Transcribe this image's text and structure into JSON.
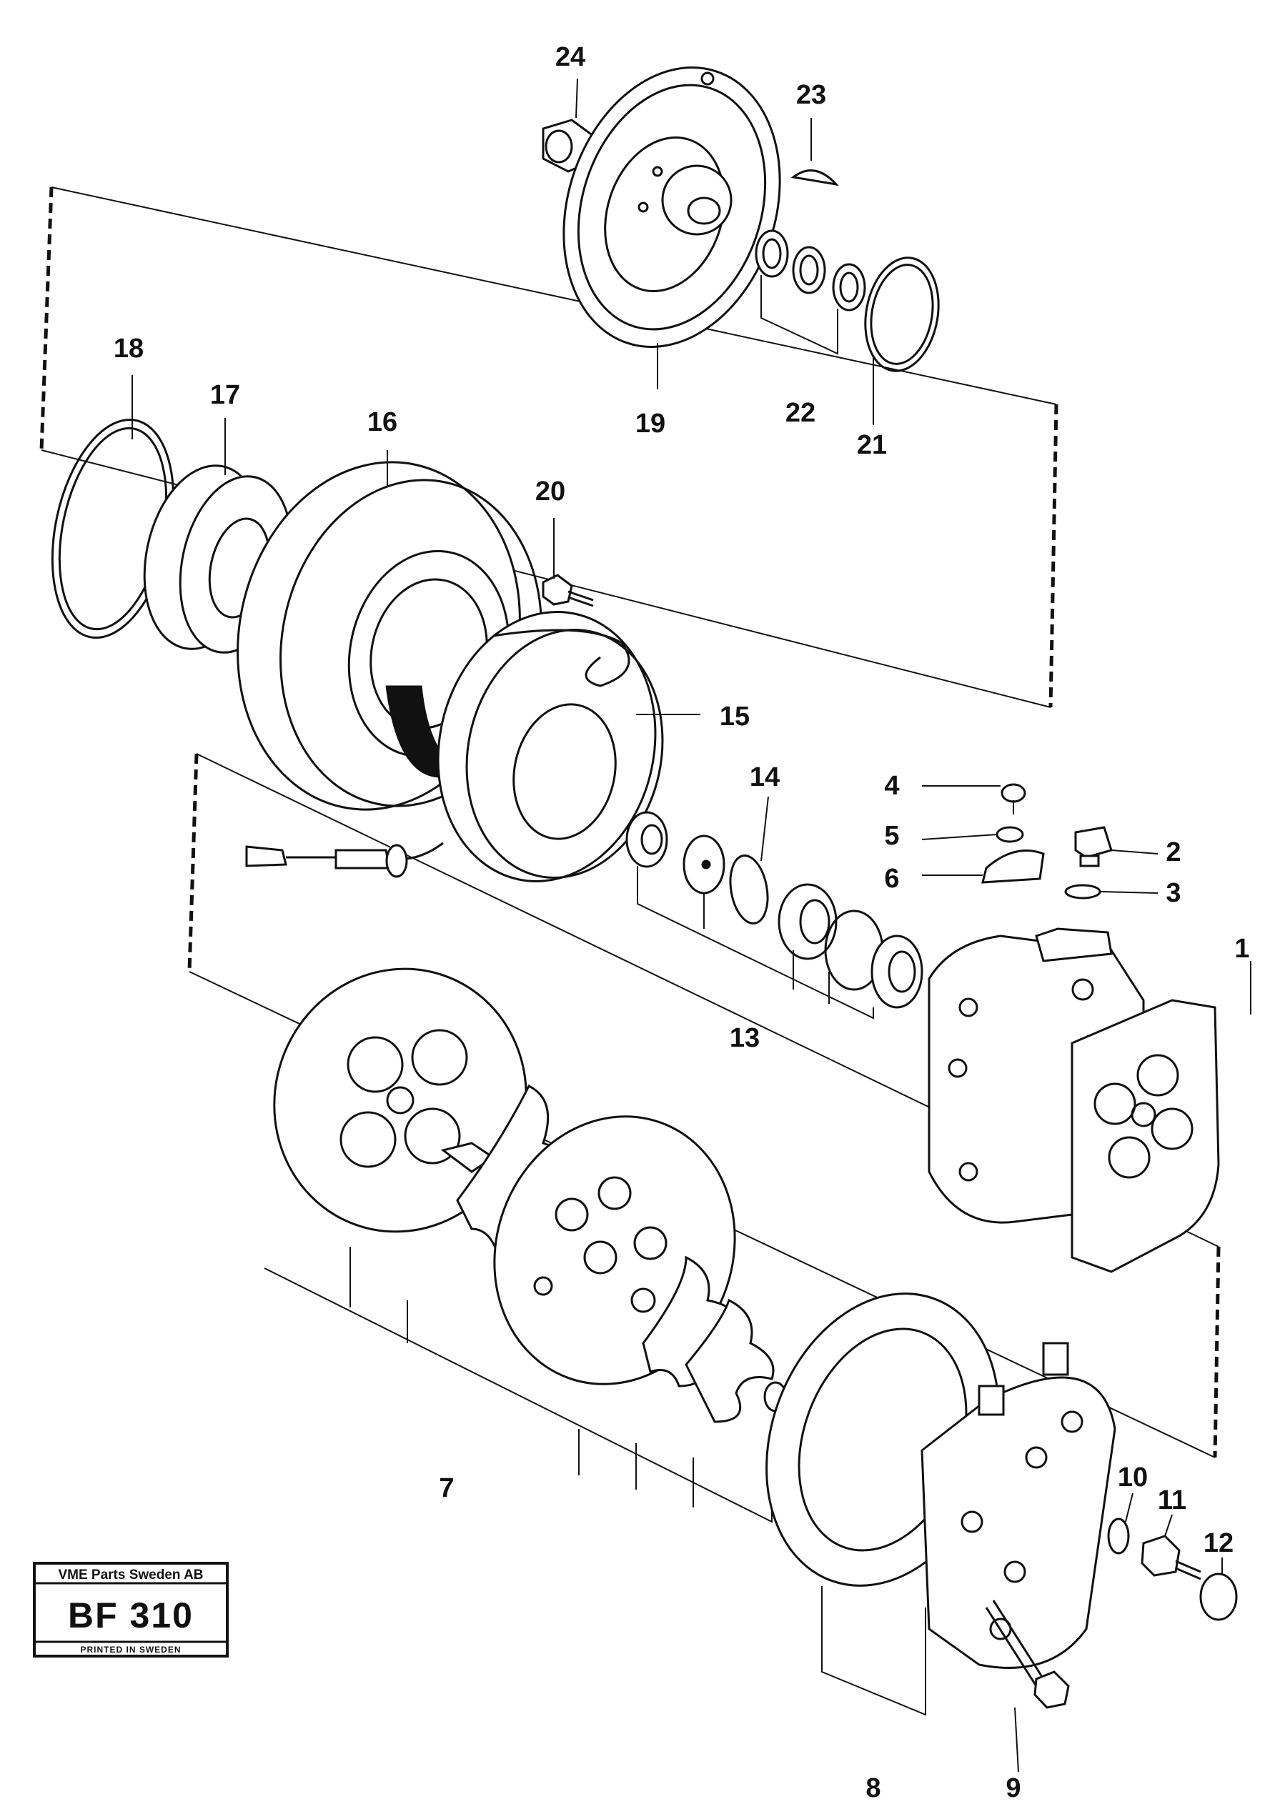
{
  "diagram": {
    "callouts": [
      "1",
      "2",
      "3",
      "4",
      "5",
      "6",
      "7",
      "8",
      "9",
      "10",
      "11",
      "12",
      "13",
      "14",
      "15",
      "16",
      "17",
      "18",
      "19",
      "20",
      "21",
      "22",
      "23",
      "24"
    ]
  },
  "stamp": {
    "company": "VME Parts Sweden AB",
    "code": "BF 310",
    "footer": "PRINTED IN SWEDEN"
  }
}
